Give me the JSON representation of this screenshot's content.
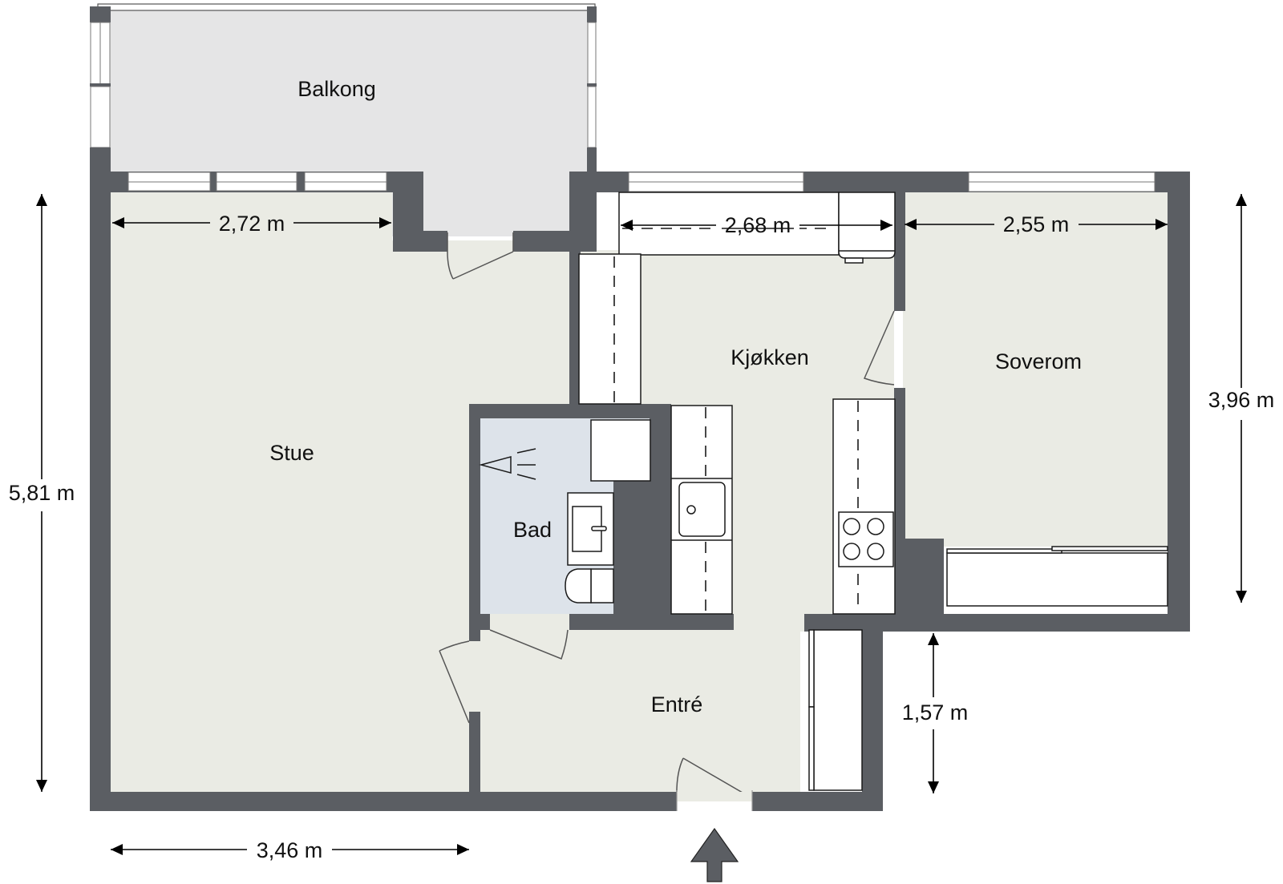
{
  "plan": {
    "title": "Floor plan",
    "rooms": [
      {
        "id": "balkong",
        "label": "Balkong"
      },
      {
        "id": "stue",
        "label": "Stue"
      },
      {
        "id": "kjokken",
        "label": "Kjøkken"
      },
      {
        "id": "soverom",
        "label": "Soverom"
      },
      {
        "id": "bad",
        "label": "Bad"
      },
      {
        "id": "entre",
        "label": "Entré"
      }
    ],
    "dimensions": {
      "stue_width_top": "2,72 m",
      "kjokken_width": "2,68 m",
      "soverom_width": "2,55 m",
      "soverom_height": "3,96 m",
      "stue_height": "5,81 m",
      "stue_width_bottom": "3,46 m",
      "entre_height": "1,57 m"
    },
    "entrance_marker": "entrance-arrow-icon",
    "colors": {
      "wall": "#5b5e63",
      "floor": "#eaebe4",
      "balcony": "#e5e5e6",
      "bathroom": "#dde3ea"
    }
  }
}
